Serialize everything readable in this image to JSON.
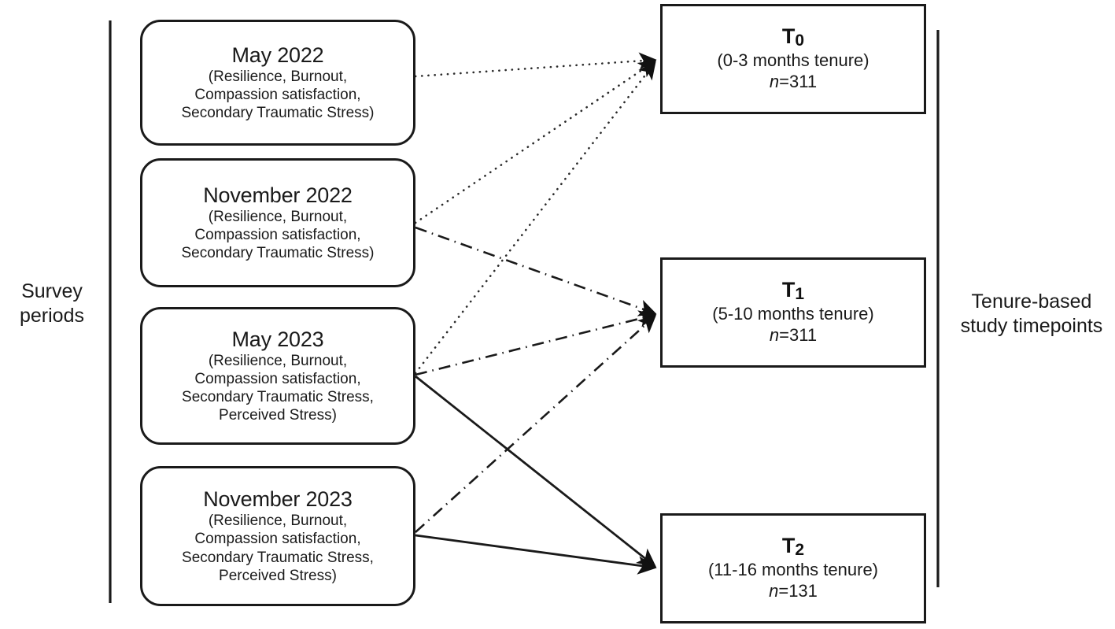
{
  "diagram": {
    "left_axis_label": "Survey\nperiods",
    "right_axis_label": "Tenure-based\nstudy timepoints",
    "survey_periods": [
      {
        "id": "may-2022",
        "title": "May 2022",
        "measures": "(Resilience, Burnout,\nCompassion satisfaction,\nSecondary Traumatic Stress)"
      },
      {
        "id": "november-2022",
        "title": "November 2022",
        "measures": "(Resilience, Burnout,\nCompassion satisfaction,\nSecondary Traumatic Stress)"
      },
      {
        "id": "may-2023",
        "title": "May 2023",
        "measures": "(Resilience, Burnout,\nCompassion satisfaction,\nSecondary Traumatic Stress,\nPerceived Stress)"
      },
      {
        "id": "november-2023",
        "title": "November 2023",
        "measures": "(Resilience, Burnout,\nCompassion satisfaction,\nSecondary Traumatic Stress,\nPerceived Stress)"
      }
    ],
    "timepoints": [
      {
        "id": "t0",
        "label": "T",
        "subscript": "0",
        "tenure": "(0-3 months tenure)",
        "n_prefix": "n",
        "n_value": "=311"
      },
      {
        "id": "t1",
        "label": "T",
        "subscript": "1",
        "tenure": "(5-10 months tenure)",
        "n_prefix": "n",
        "n_value": "=311"
      },
      {
        "id": "t2",
        "label": "T",
        "subscript": "2",
        "tenure": "(11-16 months tenure)",
        "n_prefix": "n",
        "n_value": "=131"
      }
    ],
    "connections": [
      {
        "from": "may-2022",
        "to": "t0",
        "style": "dotted"
      },
      {
        "from": "november-2022",
        "to": "t0",
        "style": "dotted"
      },
      {
        "from": "may-2023",
        "to": "t0",
        "style": "dotted"
      },
      {
        "from": "november-2022",
        "to": "t1",
        "style": "dash-dot"
      },
      {
        "from": "may-2023",
        "to": "t1",
        "style": "dash-dot"
      },
      {
        "from": "november-2023",
        "to": "t1",
        "style": "dash-dot"
      },
      {
        "from": "may-2023",
        "to": "t2",
        "style": "solid"
      },
      {
        "from": "november-2023",
        "to": "t2",
        "style": "solid"
      }
    ],
    "colors": {
      "stroke": "#1a1a1a",
      "background": "#ffffff"
    }
  }
}
